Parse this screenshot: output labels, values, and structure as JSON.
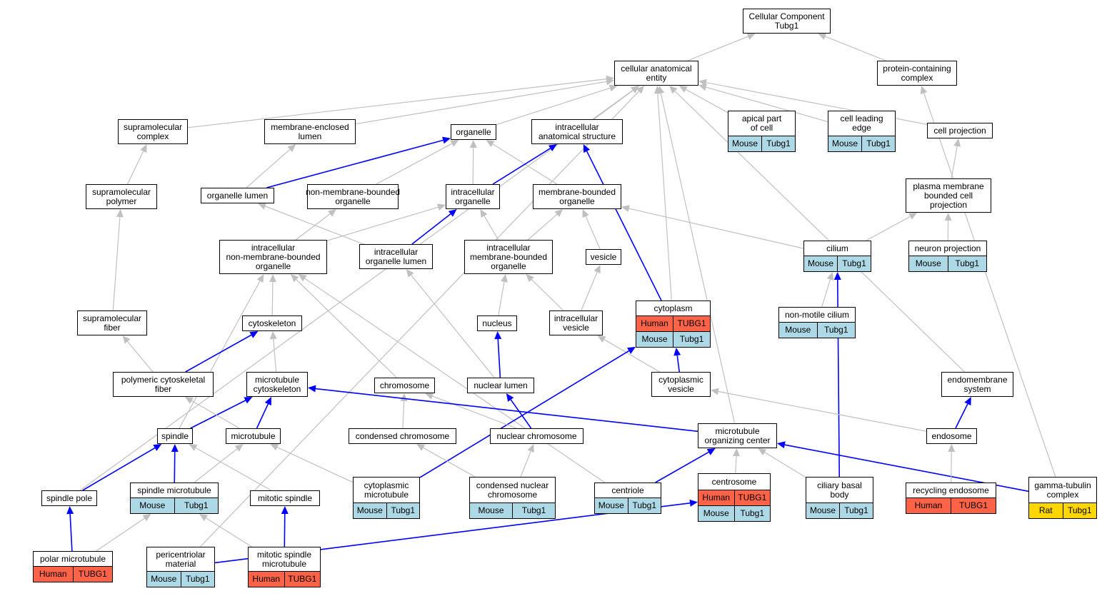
{
  "colors": {
    "mouse": "#add8e6",
    "human": "#ff6347",
    "rat": "#ffd700",
    "edge_is_a": "#c0c0c0",
    "edge_part_of": "#0000ff"
  },
  "nodes": [
    {
      "id": "root",
      "label": "Cellular Component\nTubg1"
    },
    {
      "id": "cae",
      "label": "cellular anatomical\nentity"
    },
    {
      "id": "pcc",
      "label": "protein-containing\ncomplex"
    },
    {
      "id": "smc",
      "label": "supramolecular\ncomplex"
    },
    {
      "id": "mel",
      "label": "membrane-enclosed\nlumen"
    },
    {
      "id": "org",
      "label": "organelle"
    },
    {
      "id": "ias",
      "label": "intracellular\nanatomical structure"
    },
    {
      "id": "apc",
      "label": "apical part\nof cell",
      "annot": [
        [
          "Mouse",
          "mouse"
        ],
        [
          "Tubg1",
          "mouse"
        ]
      ]
    },
    {
      "id": "cle",
      "label": "cell leading\nedge",
      "annot": [
        [
          "Mouse",
          "mouse"
        ],
        [
          "Tubg1",
          "mouse"
        ]
      ]
    },
    {
      "id": "cpr",
      "label": "cell projection"
    },
    {
      "id": "smp",
      "label": "supramolecular\npolymer"
    },
    {
      "id": "olu",
      "label": "organelle lumen"
    },
    {
      "id": "nmbo",
      "label": "non-membrane-bounded\norganelle"
    },
    {
      "id": "io",
      "label": "intracellular\norganelle"
    },
    {
      "id": "mbo",
      "label": "membrane-bounded\norganelle"
    },
    {
      "id": "pmbcp",
      "label": "plasma membrane\nbounded cell\nprojection"
    },
    {
      "id": "inmbo",
      "label": "intracellular\nnon-membrane-bounded\norganelle"
    },
    {
      "id": "iol",
      "label": "intracellular\norganelle lumen"
    },
    {
      "id": "imbo",
      "label": "intracellular\nmembrane-bounded\norganelle"
    },
    {
      "id": "ves",
      "label": "vesicle"
    },
    {
      "id": "cil",
      "label": "cilium",
      "annot": [
        [
          "Mouse",
          "mouse"
        ],
        [
          "Tubg1",
          "mouse"
        ]
      ]
    },
    {
      "id": "npr",
      "label": "neuron projection",
      "annot": [
        [
          "Mouse",
          "mouse"
        ],
        [
          "Tubg1",
          "mouse"
        ]
      ]
    },
    {
      "id": "smf",
      "label": "supramolecular\nfiber"
    },
    {
      "id": "csk",
      "label": "cytoskeleton"
    },
    {
      "id": "nuc",
      "label": "nucleus"
    },
    {
      "id": "ive",
      "label": "intracellular\nvesicle"
    },
    {
      "id": "cyt",
      "label": "cytoplasm",
      "annot": [
        [
          "Human",
          "human"
        ],
        [
          "TUBG1",
          "human"
        ]
      ],
      "annot2": [
        [
          "Mouse",
          "mouse"
        ],
        [
          "Tubg1",
          "mouse"
        ]
      ]
    },
    {
      "id": "nmc",
      "label": "non-motile cilium",
      "annot": [
        [
          "Mouse",
          "mouse"
        ],
        [
          "Tubg1",
          "mouse"
        ]
      ]
    },
    {
      "id": "pcf",
      "label": "polymeric cytoskeletal\nfiber"
    },
    {
      "id": "mtc",
      "label": "microtubule\ncytoskeleton"
    },
    {
      "id": "chr",
      "label": "chromosome"
    },
    {
      "id": "nlu",
      "label": "nuclear lumen"
    },
    {
      "id": "cve",
      "label": "cytoplasmic\nvesicle"
    },
    {
      "id": "ems",
      "label": "endomembrane\nsystem"
    },
    {
      "id": "spi",
      "label": "spindle"
    },
    {
      "id": "mtu",
      "label": "microtubule"
    },
    {
      "id": "cch",
      "label": "condensed chromosome"
    },
    {
      "id": "nch",
      "label": "nuclear chromosome"
    },
    {
      "id": "mtoc",
      "label": "microtubule\norganizing center"
    },
    {
      "id": "end",
      "label": "endosome"
    },
    {
      "id": "spp",
      "label": "spindle pole"
    },
    {
      "id": "smt",
      "label": "spindle microtubule",
      "annot": [
        [
          "Mouse",
          "mouse"
        ],
        [
          "Tubg1",
          "mouse"
        ]
      ]
    },
    {
      "id": "msp",
      "label": "mitotic spindle"
    },
    {
      "id": "cmt",
      "label": "cytoplasmic\nmicrotubule",
      "annot": [
        [
          "Mouse",
          "mouse"
        ],
        [
          "Tubg1",
          "mouse"
        ]
      ]
    },
    {
      "id": "cnc",
      "label": "condensed nuclear\nchromosome",
      "annot": [
        [
          "Mouse",
          "mouse"
        ],
        [
          "Tubg1",
          "mouse"
        ]
      ]
    },
    {
      "id": "cen",
      "label": "centriole",
      "annot": [
        [
          "Mouse",
          "mouse"
        ],
        [
          "Tubg1",
          "mouse"
        ]
      ]
    },
    {
      "id": "cso",
      "label": "centrosome",
      "annot": [
        [
          "Human",
          "human"
        ],
        [
          "TUBG1",
          "human"
        ]
      ],
      "annot2": [
        [
          "Mouse",
          "mouse"
        ],
        [
          "Tubg1",
          "mouse"
        ]
      ]
    },
    {
      "id": "cbb",
      "label": "ciliary basal\nbody",
      "annot": [
        [
          "Mouse",
          "mouse"
        ],
        [
          "Tubg1",
          "mouse"
        ]
      ]
    },
    {
      "id": "ren",
      "label": "recycling endosome",
      "annot": [
        [
          "Human",
          "human"
        ],
        [
          "TUBG1",
          "human"
        ]
      ]
    },
    {
      "id": "gtc",
      "label": "gamma-tubulin\ncomplex",
      "annot": [
        [
          "Rat",
          "rat"
        ],
        [
          "Tubg1",
          "rat"
        ]
      ]
    },
    {
      "id": "pmt",
      "label": "polar microtubule",
      "annot": [
        [
          "Human",
          "human"
        ],
        [
          "TUBG1",
          "human"
        ]
      ]
    },
    {
      "id": "pcm",
      "label": "pericentriolar\nmaterial",
      "annot": [
        [
          "Mouse",
          "mouse"
        ],
        [
          "Tubg1",
          "mouse"
        ]
      ]
    },
    {
      "id": "msm",
      "label": "mitotic spindle\nmicrotubule",
      "annot": [
        [
          "Human",
          "human"
        ],
        [
          "TUBG1",
          "human"
        ]
      ]
    }
  ],
  "edges": [
    [
      "cae",
      "root",
      "is_a"
    ],
    [
      "pcc",
      "root",
      "is_a"
    ],
    [
      "smc",
      "cae",
      "is_a"
    ],
    [
      "mel",
      "cae",
      "is_a"
    ],
    [
      "org",
      "cae",
      "is_a"
    ],
    [
      "ias",
      "cae",
      "is_a"
    ],
    [
      "apc",
      "cae",
      "is_a"
    ],
    [
      "cle",
      "cae",
      "is_a"
    ],
    [
      "cpr",
      "cae",
      "is_a"
    ],
    [
      "cyt",
      "cae",
      "is_a"
    ],
    [
      "mtoc",
      "cae",
      "is_a"
    ],
    [
      "spp",
      "cae",
      "is_a"
    ],
    [
      "pcm",
      "cae",
      "is_a"
    ],
    [
      "gtc",
      "pcc",
      "is_a"
    ],
    [
      "smp",
      "smc",
      "is_a"
    ],
    [
      "olu",
      "mel",
      "is_a"
    ],
    [
      "olu",
      "org",
      "part_of"
    ],
    [
      "nmbo",
      "org",
      "is_a"
    ],
    [
      "io",
      "org",
      "is_a"
    ],
    [
      "mbo",
      "org",
      "is_a"
    ],
    [
      "io",
      "ias",
      "part_of"
    ],
    [
      "cyt",
      "ias",
      "part_of"
    ],
    [
      "pmbcp",
      "cpr",
      "is_a"
    ],
    [
      "smf",
      "smp",
      "is_a"
    ],
    [
      "inmbo",
      "nmbo",
      "is_a"
    ],
    [
      "inmbo",
      "io",
      "is_a"
    ],
    [
      "iol",
      "olu",
      "is_a"
    ],
    [
      "iol",
      "io",
      "part_of"
    ],
    [
      "imbo",
      "io",
      "is_a"
    ],
    [
      "imbo",
      "mbo",
      "is_a"
    ],
    [
      "ves",
      "mbo",
      "is_a"
    ],
    [
      "cil",
      "mbo",
      "is_a"
    ],
    [
      "cil",
      "pmbcp",
      "is_a"
    ],
    [
      "npr",
      "pmbcp",
      "is_a"
    ],
    [
      "nmc",
      "cil",
      "is_a"
    ],
    [
      "cbb",
      "cil",
      "part_of"
    ],
    [
      "csk",
      "inmbo",
      "is_a"
    ],
    [
      "chr",
      "inmbo",
      "is_a"
    ],
    [
      "spi",
      "inmbo",
      "is_a"
    ],
    [
      "cen",
      "inmbo",
      "is_a"
    ],
    [
      "nlu",
      "iol",
      "is_a"
    ],
    [
      "nuc",
      "imbo",
      "is_a"
    ],
    [
      "ive",
      "imbo",
      "is_a"
    ],
    [
      "ive",
      "ves",
      "is_a"
    ],
    [
      "cve",
      "ive",
      "is_a"
    ],
    [
      "cve",
      "cyt",
      "part_of"
    ],
    [
      "cmt",
      "cyt",
      "part_of"
    ],
    [
      "pcf",
      "smf",
      "is_a"
    ],
    [
      "pcf",
      "csk",
      "part_of"
    ],
    [
      "mtc",
      "csk",
      "is_a"
    ],
    [
      "nlu",
      "nuc",
      "part_of"
    ],
    [
      "nch",
      "chr",
      "is_a"
    ],
    [
      "cch",
      "chr",
      "is_a"
    ],
    [
      "nch",
      "nlu",
      "part_of"
    ],
    [
      "end",
      "cve",
      "is_a"
    ],
    [
      "end",
      "ems",
      "part_of"
    ],
    [
      "ems",
      "cae",
      "is_a"
    ],
    [
      "spi",
      "mtc",
      "part_of"
    ],
    [
      "mtu",
      "mtc",
      "part_of"
    ],
    [
      "mtu",
      "pcf",
      "is_a"
    ],
    [
      "mtoc",
      "mtc",
      "part_of"
    ],
    [
      "spp",
      "spi",
      "part_of"
    ],
    [
      "smt",
      "spi",
      "part_of"
    ],
    [
      "msp",
      "spi",
      "is_a"
    ],
    [
      "smt",
      "mtu",
      "is_a"
    ],
    [
      "cmt",
      "mtu",
      "is_a"
    ],
    [
      "cnc",
      "cch",
      "is_a"
    ],
    [
      "cnc",
      "nch",
      "is_a"
    ],
    [
      "cen",
      "mtoc",
      "part_of"
    ],
    [
      "cso",
      "mtoc",
      "is_a"
    ],
    [
      "cbb",
      "mtoc",
      "is_a"
    ],
    [
      "gtc",
      "mtoc",
      "part_of"
    ],
    [
      "ren",
      "end",
      "is_a"
    ],
    [
      "pmt",
      "spp",
      "part_of"
    ],
    [
      "pmt",
      "smt",
      "is_a"
    ],
    [
      "pcm",
      "cso",
      "part_of"
    ],
    [
      "msm",
      "msp",
      "part_of"
    ],
    [
      "msm",
      "smt",
      "is_a"
    ]
  ]
}
